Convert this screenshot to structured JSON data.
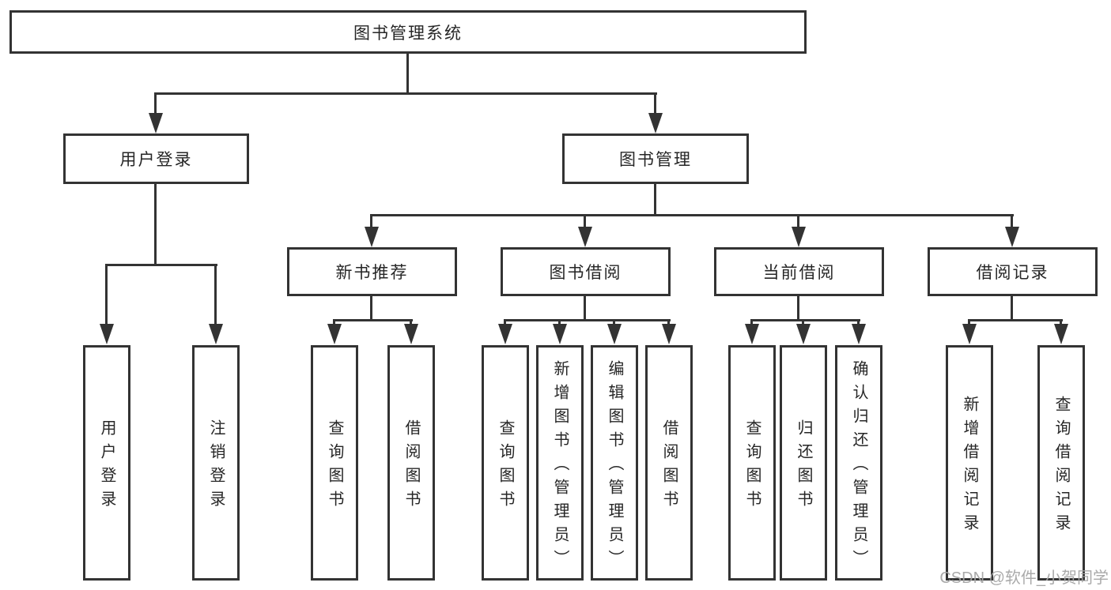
{
  "diagram": {
    "root": {
      "label": "图书管理系统"
    },
    "level1": [
      {
        "label": "用户登录",
        "children": [
          {
            "label": "用户登录"
          },
          {
            "label": "注销登录"
          }
        ]
      },
      {
        "label": "图书管理",
        "children": [
          {
            "label": "新书推荐",
            "children": [
              {
                "label": "查询图书"
              },
              {
                "label": "借阅图书"
              }
            ]
          },
          {
            "label": "图书借阅",
            "children": [
              {
                "label": "查询图书"
              },
              {
                "label": "新增图书（管理员）"
              },
              {
                "label": "编辑图书（管理员）"
              },
              {
                "label": "借阅图书"
              }
            ]
          },
          {
            "label": "当前借阅",
            "children": [
              {
                "label": "查询图书"
              },
              {
                "label": "归还图书"
              },
              {
                "label": "确认归还（管理员）"
              }
            ]
          },
          {
            "label": "借阅记录",
            "children": [
              {
                "label": "新增借阅记录"
              },
              {
                "label": "查询借阅记录"
              }
            ]
          }
        ]
      }
    ]
  },
  "colors": {
    "line": "#333333",
    "box_fill": "#ffffff",
    "text": "#262626",
    "watermark": "#a5a5a5"
  },
  "watermark": {
    "text": "CSDN @软件_小贺同学"
  }
}
